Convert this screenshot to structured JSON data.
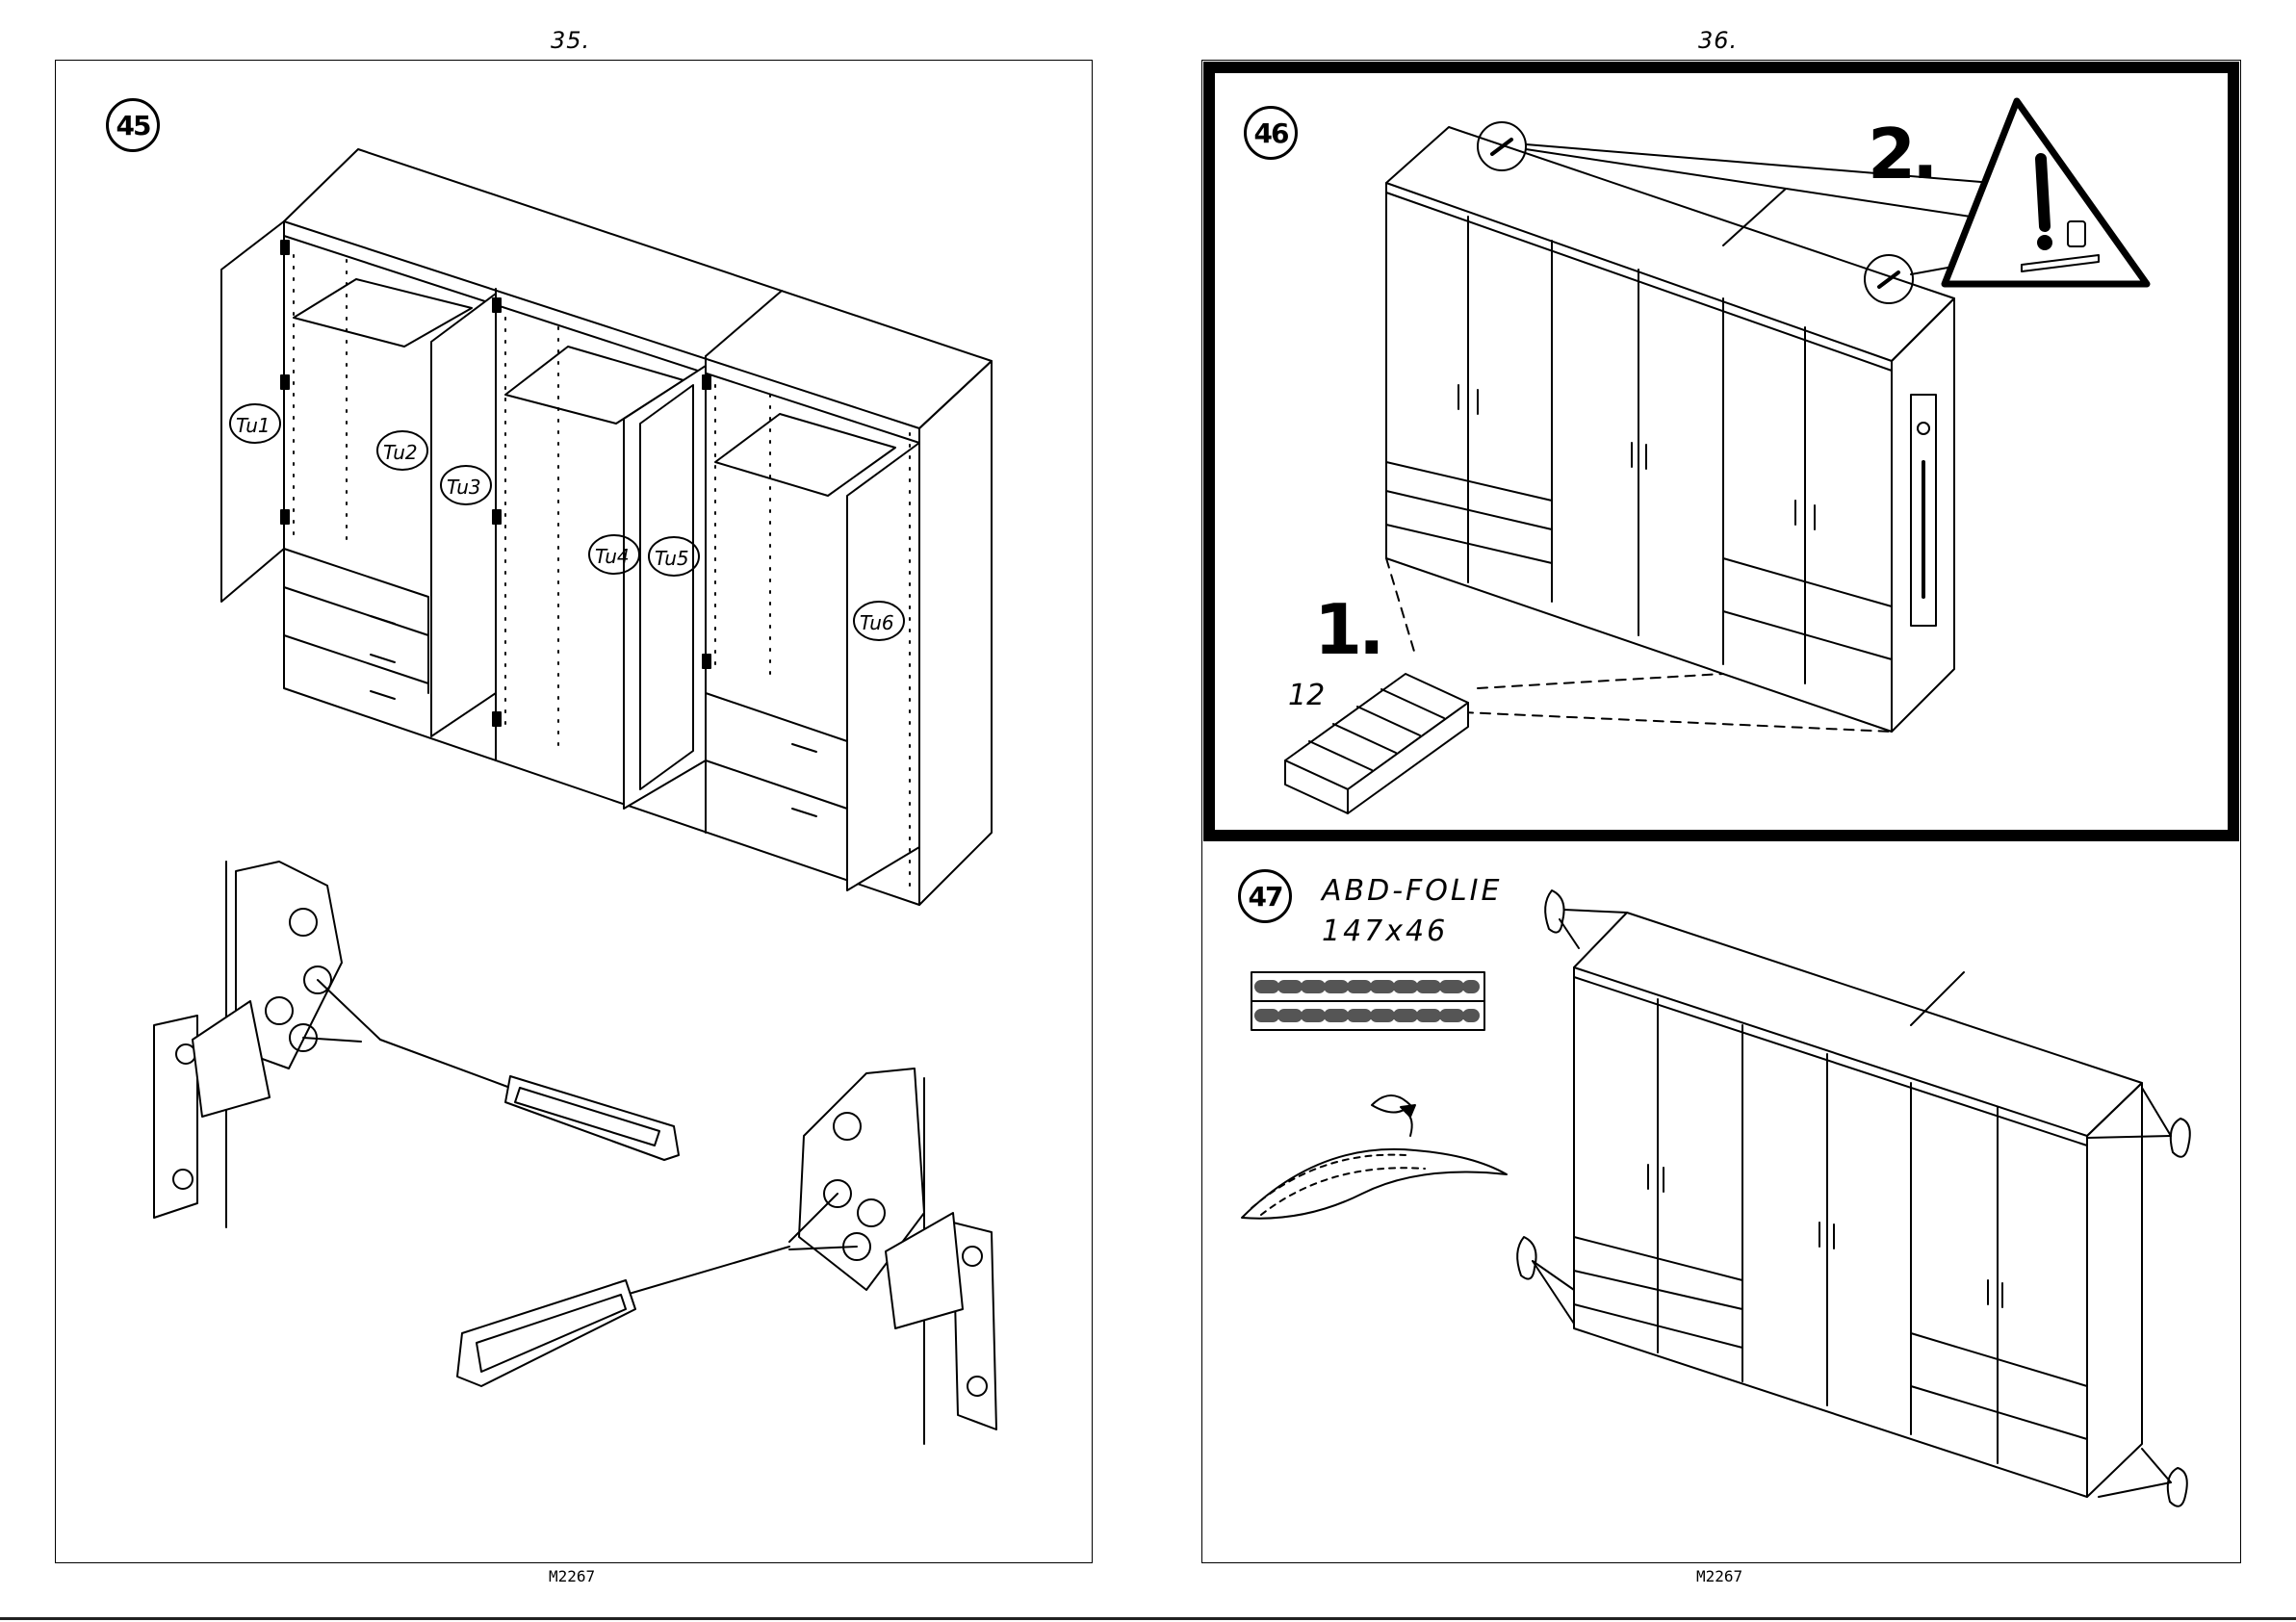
{
  "left_page": {
    "page_number": "35.",
    "doc_code": "M2267",
    "step": "45",
    "door_labels": [
      "Tu1",
      "Tu2",
      "Tu3",
      "Tu4",
      "Tu5",
      "Tu6"
    ]
  },
  "right_page": {
    "page_number": "36.",
    "doc_code": "M2267",
    "step_46": {
      "label": "46",
      "callout_1": "1.",
      "quantity": "12",
      "callout_2": "2."
    },
    "step_47": {
      "label": "47",
      "part_name": "ABD-FOLIE",
      "part_size": "147x46"
    }
  }
}
